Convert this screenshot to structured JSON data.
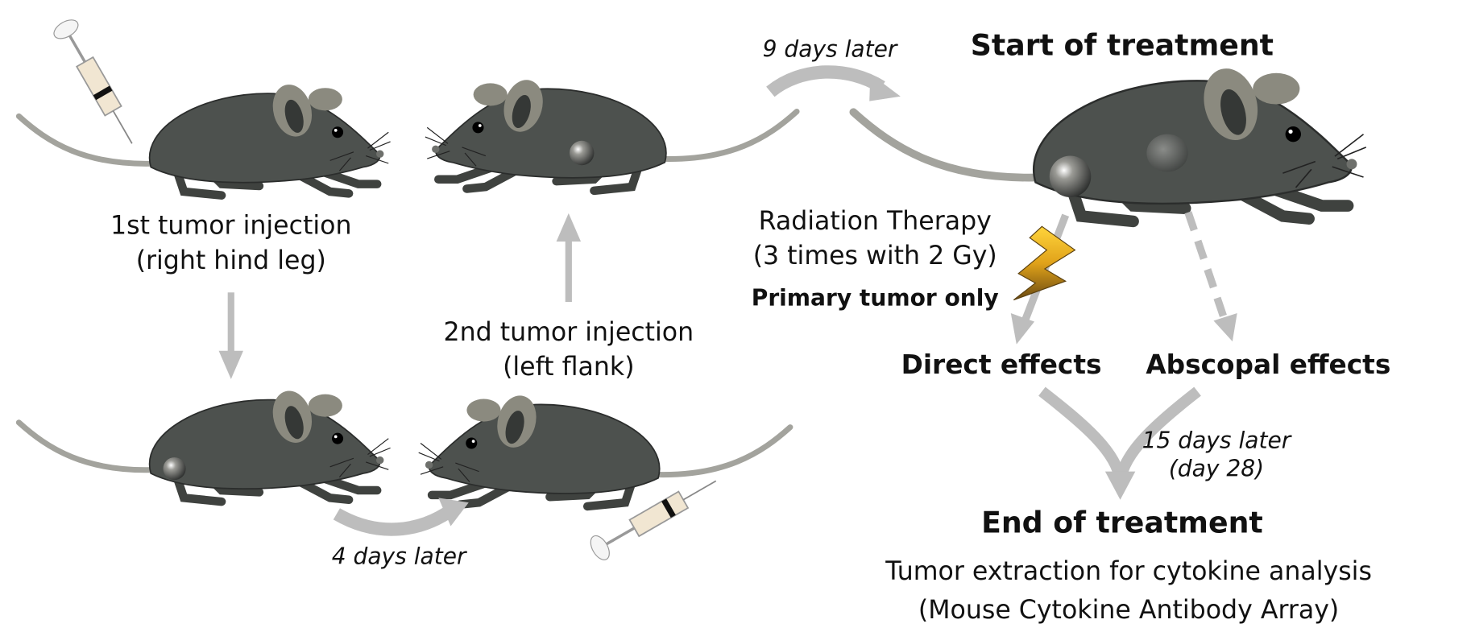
{
  "labels": {
    "nine_days": "9 days later",
    "start_treatment": "Start of treatment",
    "first_injection": "1st tumor injection",
    "first_injection_site": "(right hind leg)",
    "second_injection": "2nd tumor injection",
    "second_injection_site": "(left flank)",
    "four_days": "4 days later",
    "radiation": "Radiation Therapy",
    "radiation_dose": "(3 times with 2 Gy)",
    "primary_only": "Primary tumor only",
    "direct_effects": "Direct effects",
    "abscopal_effects": "Abscopal effects",
    "fifteen_days": "15 days later",
    "day_28": "(day 28)",
    "end_treatment": "End of treatment",
    "extraction": "Tumor extraction for cytokine analysis",
    "array": "(Mouse Cytokine Antibody Array)"
  },
  "colors": {
    "mouse_body": "#4d514e",
    "mouse_ear": "#8b8a7f",
    "arrow": "#bdbdbd",
    "lightning": "#f2b51c"
  }
}
